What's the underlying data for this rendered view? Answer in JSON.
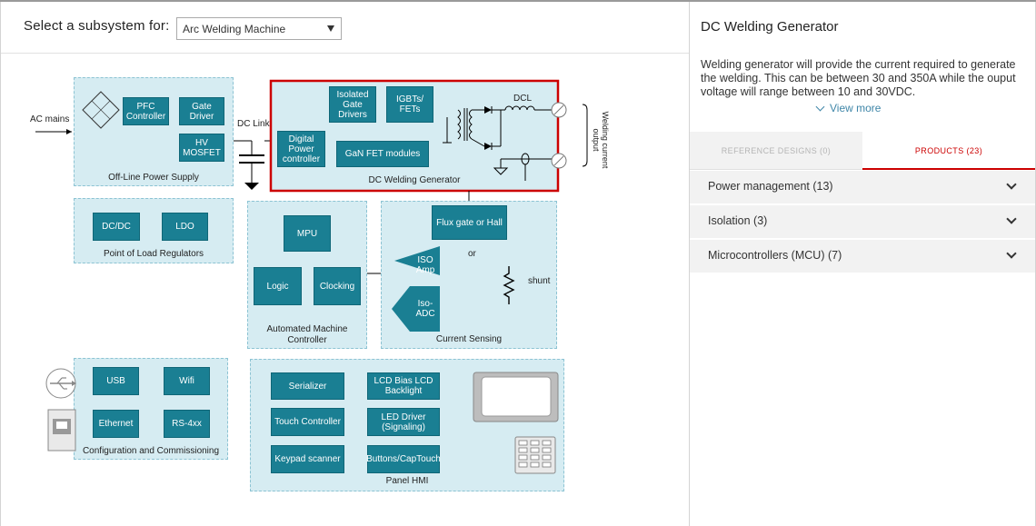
{
  "selector": {
    "label": "Select a subsystem for:",
    "value": "Arc Welding Machine"
  },
  "diagram": {
    "offline_ps": {
      "label": "Off-Line Power Supply",
      "ac_mains": "AC mains",
      "pfc": "PFC Controller",
      "gate_driver": "Gate Driver",
      "hv_mosfet": "HV MOSFET"
    },
    "dc_link": "DC Link",
    "dc_gen": {
      "label": "DC Welding Generator",
      "isolated_gate": "Isolated Gate Drivers",
      "igbts": "IGBTs/ FETs",
      "digital_power": "Digital Power controller",
      "gan": "GaN FET modules",
      "dcl": "DCL",
      "output": "Welding current output"
    },
    "pol": {
      "label": "Point of Load Regulators",
      "dcdc": "DC/DC",
      "ldo": "LDO"
    },
    "amc": {
      "label": "Automated Machine Controller",
      "mpu": "MPU",
      "logic": "Logic",
      "clocking": "Clocking"
    },
    "sensing": {
      "label": "Current Sensing",
      "flux": "Flux gate or Hall",
      "or": "or",
      "iso_amp": "ISO Amp",
      "iso_adc": "Iso- ADC",
      "shunt": "shunt"
    },
    "config": {
      "label": "Configuration and Commissioning",
      "usb": "USB",
      "wifi": "Wifi",
      "ethernet": "Ethernet",
      "rs4xx": "RS-4xx"
    },
    "hmi": {
      "label": "Panel HMI",
      "serializer": "Serializer",
      "lcd_bias": "LCD Bias LCD Backlight",
      "touch": "Touch Controller",
      "led": "LED Driver (Signaling)",
      "keypad": "Keypad scanner",
      "buttons": "Buttons/CapTouch"
    }
  },
  "panel": {
    "title": "DC Welding Generator",
    "description": "Welding generator will provide the current required to generate the welding. This can be between 30 and 350A while the ouput voltage will range between 10 and 30VDC.",
    "view_more": "View more",
    "tabs": [
      {
        "label": "REFERENCE DESIGNS  (0)",
        "active": false
      },
      {
        "label": "PRODUCTS  (23)",
        "active": true
      }
    ],
    "categories": [
      {
        "label": "Power management (13)"
      },
      {
        "label": "Isolation (3)"
      },
      {
        "label": "Microcontrollers (MCU) (7)"
      }
    ]
  },
  "colors": {
    "block": "#1a7f93",
    "group_fill": "#d6ecf2",
    "highlight": "#cc0000",
    "link": "#3f86a8"
  },
  "icons": [
    "usb-icon",
    "ethernet-port-icon",
    "lcd-display-icon",
    "keypad-icon",
    "chevron-down-icon",
    "dropdown-arrow-icon"
  ]
}
